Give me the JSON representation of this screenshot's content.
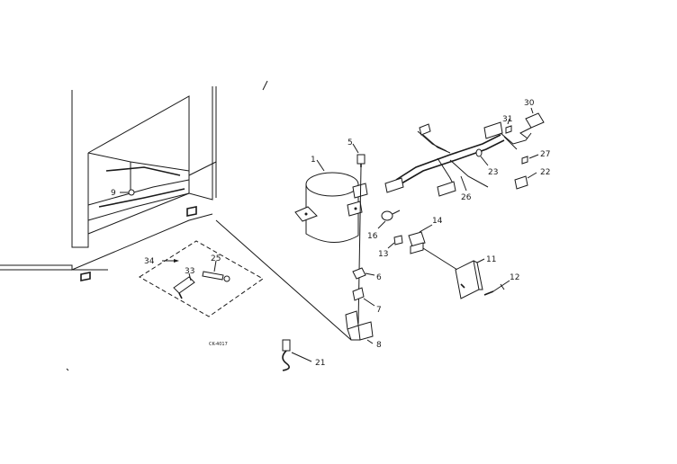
{
  "callouts": {
    "p1": "1",
    "p5": "5",
    "p6": "6",
    "p7": "7",
    "p8": "8",
    "p9": "9",
    "p11": "11",
    "p12": "12",
    "p13": "13",
    "p14": "14",
    "p16": "16",
    "p21": "21",
    "p22": "22",
    "p23": "23",
    "p25": "25",
    "p26": "26",
    "p27": "27",
    "p30": "30",
    "p31": "31",
    "p33": "33",
    "p34": "34"
  }
}
